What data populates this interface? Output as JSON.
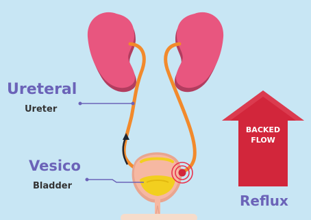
{
  "labels": {
    "ureteral": "Ureteral",
    "ureter": "Ureter",
    "vesico": "Vesico",
    "bladder": "Bladder",
    "reflux": "Reflux"
  },
  "arrow": {
    "line1": "BACKED",
    "line2": "FLOW"
  },
  "colors": {
    "background": "#c8e6f4",
    "kidney": "#e8567f",
    "kidney_shadow": "#b23d5f",
    "ureter": "#f28a2c",
    "bladder": "#f6b8a2",
    "urine": "#f2cf1f",
    "arrow": "#d2263b",
    "term_text": "#6b63b8",
    "connector": "#6b63b8",
    "highlight": "#e8334d"
  },
  "icons": {
    "kidney": "kidney-icon",
    "bladder": "bladder-icon",
    "arrow": "up-arrow-icon",
    "highlight": "target-rings-icon"
  }
}
